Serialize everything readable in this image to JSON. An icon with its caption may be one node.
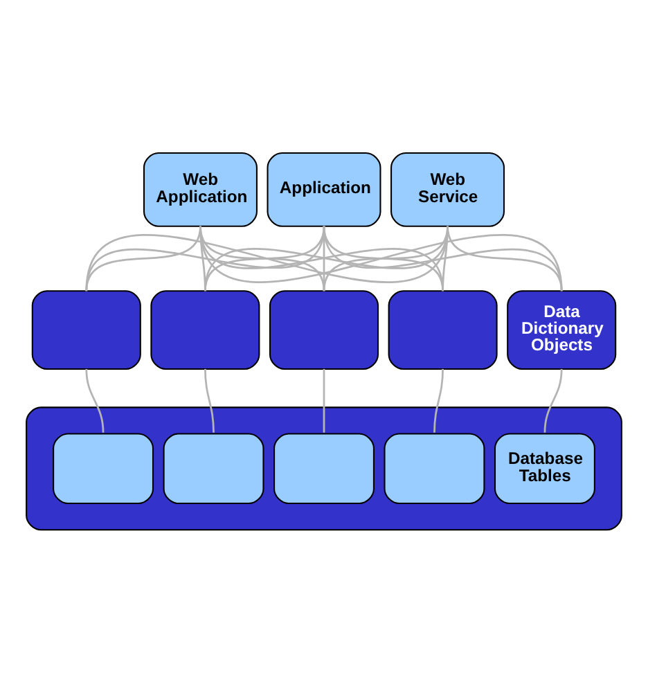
{
  "diagram": {
    "nodes": [
      {
        "text": [
          "Web Application"
        ]
      },
      {
        "text": [
          "Application"
        ]
      },
      {
        "text": [
          "Web Service"
        ]
      },
      {
        "text": [],
        "shape": "box"
      },
      {
        "text": [],
        "shape": "box"
      },
      {
        "text": [],
        "shape": "box"
      },
      {
        "text": [],
        "shape": "box"
      },
      {
        "text": [
          "Data Dictionary Objects"
        ]
      },
      {
        "text": [],
        "shape": "cylinder"
      },
      {
        "text": [],
        "shape": "box",
        "in": 8
      },
      {
        "text": [],
        "shape": "box",
        "in": 8
      },
      {
        "text": [],
        "shape": "box",
        "in": 8
      },
      {
        "text": [],
        "shape": "box",
        "in": 8
      },
      {
        "text": [
          "Database Tables"
        ],
        "in": 8
      }
    ],
    "edges": [
      {
        "from": 0,
        "to": 3,
        "arrow": "none"
      },
      {
        "from": 0,
        "to": 4,
        "arrow": "none"
      },
      {
        "from": 0,
        "to": 5,
        "arrow": "none"
      },
      {
        "from": 0,
        "to": 6,
        "arrow": "none"
      },
      {
        "from": 0,
        "to": 7,
        "arrow": "none"
      },
      {
        "from": 1,
        "to": 3,
        "arrow": "none"
      },
      {
        "from": 1,
        "to": 4,
        "arrow": "none"
      },
      {
        "from": 1,
        "to": 5,
        "arrow": "none"
      },
      {
        "from": 1,
        "to": 6,
        "arrow": "none"
      },
      {
        "from": 1,
        "to": 7,
        "arrow": "none"
      },
      {
        "from": 2,
        "to": 3,
        "arrow": "none"
      },
      {
        "from": 2,
        "to": 4,
        "arrow": "none"
      },
      {
        "from": 2,
        "to": 5,
        "arrow": "none"
      },
      {
        "from": 2,
        "to": 6,
        "arrow": "none"
      },
      {
        "from": 2,
        "to": 7,
        "arrow": "none"
      },
      {
        "from": 3,
        "to": 9,
        "arrow": "none"
      },
      {
        "from": 4,
        "to": 10,
        "arrow": "none"
      },
      {
        "from": 5,
        "to": 11,
        "arrow": "none"
      },
      {
        "from": 6,
        "to": 12,
        "arrow": "none"
      },
      {
        "from": 7,
        "to": 13,
        "arrow": "none"
      }
    ]
  }
}
